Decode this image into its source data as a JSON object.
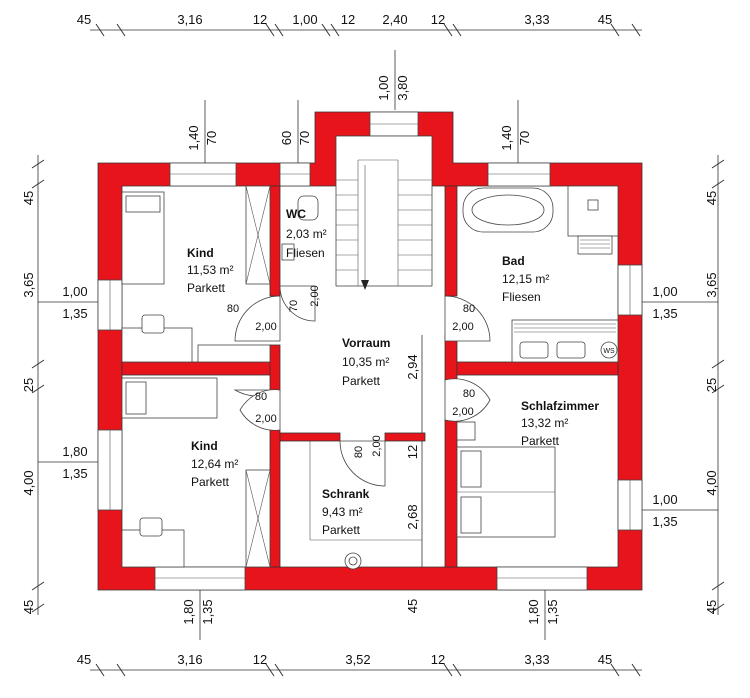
{
  "dimensions": {
    "top": [
      "45",
      "3,16",
      "12",
      "1,00",
      "12",
      "2,40",
      "12",
      "3,33",
      "45"
    ],
    "bottom": [
      "45",
      "3,16",
      "12",
      "3,52",
      "12",
      "3,33",
      "45"
    ],
    "left_outer": [
      "45",
      "3,65",
      "25",
      "4,00",
      "45"
    ],
    "right_outer": [
      "45",
      "3,65",
      "25",
      "4,00",
      "45"
    ],
    "openings": {
      "top_kind": [
        "1,40",
        "70"
      ],
      "top_wc": [
        "60",
        "70"
      ],
      "top_stair": [
        "1,00",
        "3,80"
      ],
      "top_bad": [
        "1,40",
        "70"
      ],
      "left_upper": [
        "1,00",
        "1,35"
      ],
      "left_lower": [
        "1,80",
        "1,35"
      ],
      "right_upper": [
        "1,00",
        "1,35"
      ],
      "right_lower": [
        "1,00",
        "1,35"
      ],
      "bottom_kind": [
        "1,80",
        "1,35"
      ],
      "bottom_schlaf": [
        "1,80",
        "1,35"
      ]
    },
    "interior": {
      "vorraum_height": "2,94",
      "schrank_height": "2,68",
      "wall_12_a": "12",
      "wall_45_bottom": "45"
    }
  },
  "rooms": {
    "kind_top": {
      "name": "Kind",
      "area": "11,53 m²",
      "floor": "Parkett"
    },
    "wc": {
      "name": "WC",
      "area": "2,03 m²",
      "floor": "Fliesen"
    },
    "bad": {
      "name": "Bad",
      "area": "12,15 m²",
      "floor": "Fliesen"
    },
    "vorraum": {
      "name": "Vorraum",
      "area": "10,35 m²",
      "floor": "Parkett"
    },
    "kind_bottom": {
      "name": "Kind",
      "area": "12,64 m²",
      "floor": "Parkett"
    },
    "schrank": {
      "name": "Schrank",
      "area": "9,43 m²",
      "floor": "Parkett"
    },
    "schlafzimmer": {
      "name": "Schlafzimmer",
      "area": "13,32 m²",
      "floor": "Parkett"
    }
  },
  "doors": {
    "kind_top": [
      "80",
      "2,00"
    ],
    "wc": [
      "70",
      "2,00"
    ],
    "bad": [
      "80",
      "2,00"
    ],
    "kind_bottom": [
      "80",
      "2,00"
    ],
    "schlaf": [
      "80",
      "2,00"
    ],
    "schrank": [
      "80",
      "2,00"
    ]
  },
  "symbols": {
    "washer_label": "WS"
  },
  "colors": {
    "wall": "#e8141c",
    "line": "#333333",
    "background": "#ffffff"
  }
}
